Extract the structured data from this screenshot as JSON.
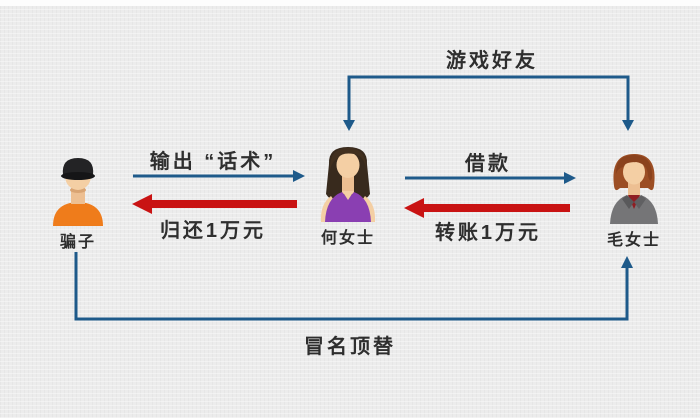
{
  "colors": {
    "background": "#ececec",
    "arrow_blue": "#1e5a8a",
    "arrow_red": "#c91313",
    "text": "#2e2e2e"
  },
  "actors": {
    "scammer": {
      "label": "骗子",
      "icon": "man-in-black-cap-orange-shirt"
    },
    "ms_he": {
      "label": "何女士",
      "icon": "woman-long-dark-hair-purple-top"
    },
    "ms_mao": {
      "label": "毛女士",
      "icon": "woman-auburn-hair-gray-suit"
    }
  },
  "edges": {
    "game_friends": {
      "label": "游戏好友",
      "from": "ms_he",
      "to": "ms_mao",
      "style": "blue-bracket-arrows-down-both-ends"
    },
    "script_output": {
      "label": "输出 “话术”",
      "from": "scammer",
      "to": "ms_he",
      "style": "thin-blue-arrow-right"
    },
    "loan": {
      "label": "借款",
      "from": "ms_he",
      "to": "ms_mao",
      "style": "thin-blue-arrow-right"
    },
    "repay": {
      "label": "归还1万元",
      "from": "ms_he",
      "to": "scammer",
      "style": "thick-red-arrow-left"
    },
    "transfer": {
      "label": "转账1万元",
      "from": "ms_mao",
      "to": "ms_he",
      "style": "thick-red-arrow-left"
    },
    "impersonate": {
      "label": "冒名顶替",
      "from": "scammer",
      "to": "ms_mao",
      "style": "blue-elbow-arrow-up"
    }
  }
}
